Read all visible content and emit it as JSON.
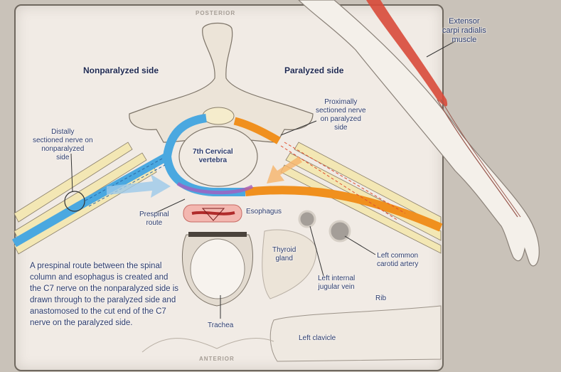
{
  "orientation": {
    "top": "POSTERIOR",
    "bottom": "ANTERIOR"
  },
  "sides": {
    "left": "Nonparalyzed side",
    "right": "Paralyzed side"
  },
  "labels": {
    "extensor": [
      "Extensor",
      "carpi radialis",
      "muscle"
    ],
    "distal_nerve": [
      "Distally",
      "sectioned nerve on",
      "nonparalyzed",
      "side"
    ],
    "proximal_nerve": [
      "Proximally",
      "sectioned nerve",
      "on paralyzed",
      "side"
    ],
    "vertebra": [
      "7th Cervical",
      "vertebra"
    ],
    "prespinal": [
      "Prespinal",
      "route"
    ],
    "esophagus": "Esophagus",
    "thyroid": [
      "Thyroid",
      "gland"
    ],
    "jugular": [
      "Left internal",
      "jugular vein"
    ],
    "carotid": [
      "Left common",
      "carotid artery"
    ],
    "rib": "Rib",
    "trachea": "Trachea",
    "clavicle": "Left clavicle"
  },
  "caption": "A prespinal route between the spinal column and esophagus is created and the C7 nerve on the nonparalyzed side is drawn through to the paralyzed side and anastomosed to the cut end of the C7 nerve on the paralyzed side.",
  "colors": {
    "transferred_nerve": "#4aa8e0",
    "recipient_nerve": "#f0901e",
    "muscle": "#d84a3a",
    "nerve_bundle": "#f3e7b4",
    "label_text": "#2b3a6b"
  }
}
